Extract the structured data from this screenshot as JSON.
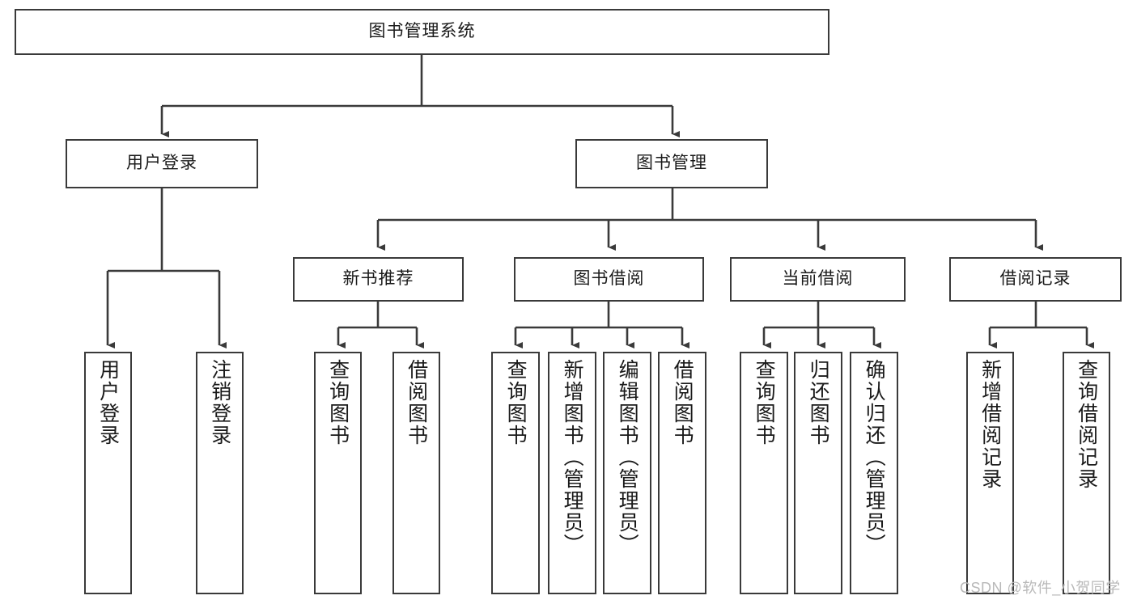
{
  "diagram": {
    "type": "tree",
    "title": "图书管理系统",
    "orientation": "top-down",
    "line_color": "#3a3a3a",
    "box_fill": "#ffffff",
    "text_color": "#1a1a1a",
    "watermark": "CSDN @软件_小贺同学"
  },
  "nodes": {
    "root": {
      "label": "图书管理系统"
    },
    "level2": [
      {
        "label": "用户登录"
      },
      {
        "label": "图书管理"
      }
    ],
    "level3": [
      {
        "label": "新书推荐"
      },
      {
        "label": "图书借阅"
      },
      {
        "label": "当前借阅"
      },
      {
        "label": "借阅记录"
      }
    ],
    "leaves_user_login": [
      {
        "label": "用户登录"
      },
      {
        "label": "注销登录"
      }
    ],
    "leaves_new_book": [
      {
        "label": "查询图书"
      },
      {
        "label": "借阅图书"
      }
    ],
    "leaves_borrow": [
      {
        "label": "查询图书"
      },
      {
        "label": "新增图书（管理员）"
      },
      {
        "label": "编辑图书（管理员）"
      },
      {
        "label": "借阅图书"
      }
    ],
    "leaves_current": [
      {
        "label": "查询图书"
      },
      {
        "label": "归还图书"
      },
      {
        "label": "确认归还（管理员）"
      }
    ],
    "leaves_records": [
      {
        "label": "新增借阅记录"
      },
      {
        "label": "查询借阅记录"
      }
    ]
  }
}
